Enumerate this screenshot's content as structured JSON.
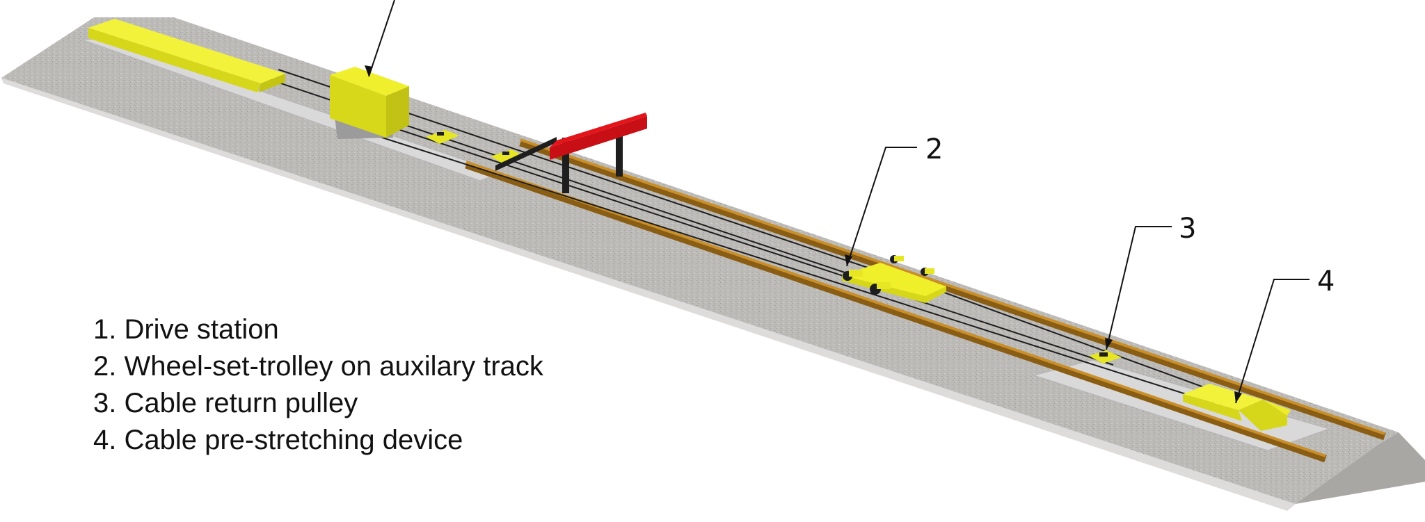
{
  "callouts": [
    {
      "number": "2"
    },
    {
      "number": "3"
    },
    {
      "number": "4"
    }
  ],
  "legend": [
    {
      "text": "1. Drive station"
    },
    {
      "text": "2. Wheel-set-trolley on auxilary track"
    },
    {
      "text": "3. Cable return pulley"
    },
    {
      "text": "4. Cable pre-stretching device"
    }
  ],
  "colors": {
    "ballast": "#bdbbb8",
    "ballast_dark": "#9e9c99",
    "slab": "#d9d9d9",
    "equipment_yellow": "#eeee22",
    "gantry_red": "#e4141b",
    "rail_bronze": "#b07a1e",
    "steel_black": "#1e1e1e",
    "leader_line": "#111111"
  }
}
